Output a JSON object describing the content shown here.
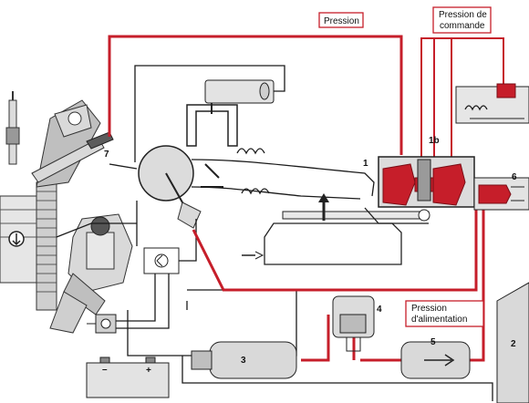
{
  "labels": {
    "pression": "Pression",
    "pression_commande_1": "Pression de",
    "pression_commande_2": "commande",
    "pression_alimentation_1": "Pression",
    "pression_alimentation_2": "d'alimentation"
  },
  "numbers": {
    "n1": "1",
    "n1b": "1b",
    "n2": "2",
    "n3": "3",
    "n4": "4",
    "n5": "5",
    "n6": "6",
    "n7": "7"
  },
  "colors": {
    "fuel_line": "#c61e2a",
    "wire": "#1b1b1b",
    "component_fill": "#d9d9d9"
  }
}
